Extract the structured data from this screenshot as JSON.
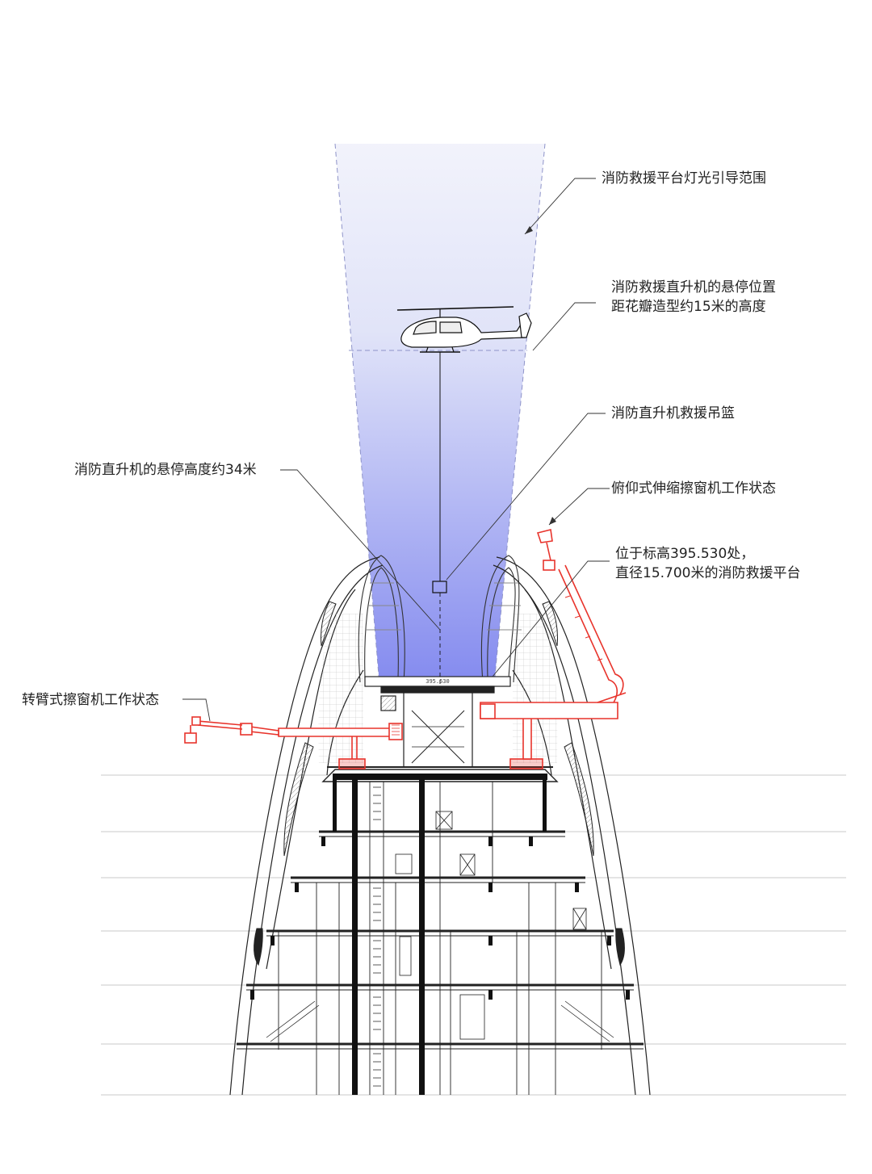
{
  "annotations": {
    "light_range": "消防救援平台灯光引导范围",
    "hover_position_line1": "消防救援直升机的悬停位置",
    "hover_position_line2": "距花瓣造型约15米的高度",
    "rescue_basket": "消防直升机救援吊篮",
    "hover_height": "消防直升机的悬停高度约34米",
    "tilt_crane": "俯仰式伸缩擦窗机工作状态",
    "platform_line1": "位于标高395.530处，",
    "platform_line2": "直径15.700米的消防救援平台",
    "swing_arm_crane": "转臂式擦窗机工作状态"
  },
  "elevation_tag": "395.530",
  "colors": {
    "beam_top": "#eef0fb",
    "beam_bottom": "#7f86ee",
    "crane_red": "#e8342c",
    "line": "#222222"
  }
}
